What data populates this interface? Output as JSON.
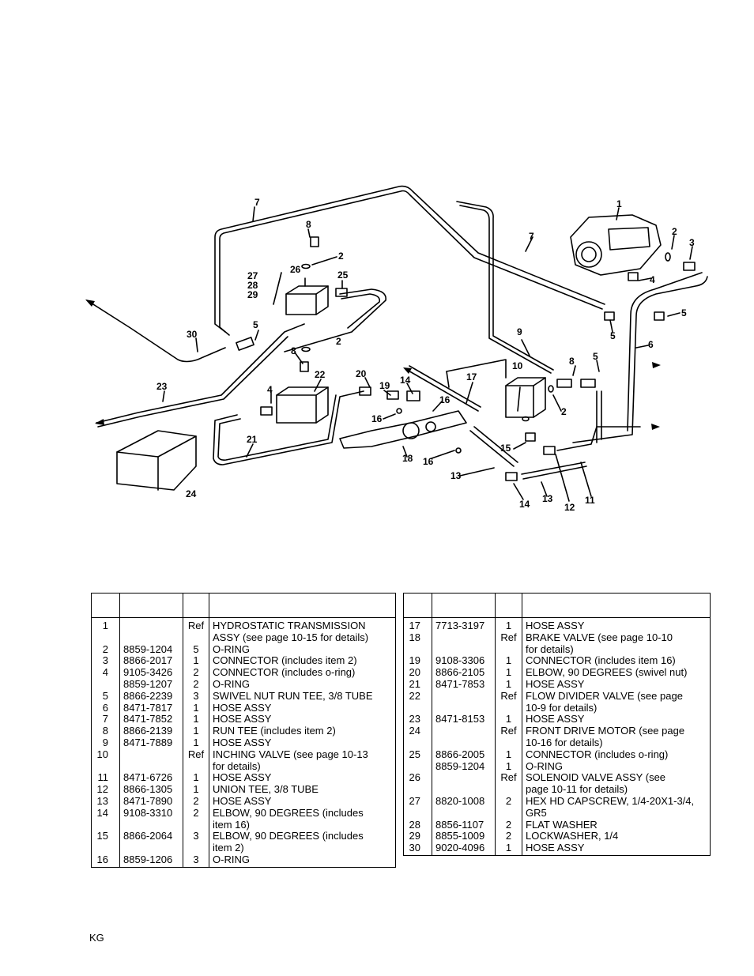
{
  "diagram": {
    "callouts": [
      "1",
      "2",
      "3",
      "4",
      "5",
      "6",
      "7",
      "8",
      "9",
      "10",
      "11",
      "12",
      "13",
      "14",
      "15",
      "16",
      "17",
      "18",
      "19",
      "20",
      "21",
      "22",
      "23",
      "24",
      "25",
      "26",
      "27",
      "28",
      "29",
      "30"
    ]
  },
  "table_left": {
    "rows": [
      {
        "item": "1",
        "part": "",
        "qty": "Ref",
        "desc": [
          "HYDROSTATIC TRANSMISSION",
          "ASSY (see page 10-15 for details)"
        ]
      },
      {
        "item": "2",
        "part": "8859-1204",
        "qty": "5",
        "desc": [
          "O-RING"
        ]
      },
      {
        "item": "3",
        "part": "8866-2017",
        "qty": "1",
        "desc": [
          "CONNECTOR (includes item 2)"
        ]
      },
      {
        "item": "4",
        "part": "9105-3426",
        "qty": "2",
        "desc": [
          "CONNECTOR (includes o-ring)"
        ]
      },
      {
        "item": "",
        "part": "8859-1207",
        "qty": "2",
        "desc": [
          "O-RING"
        ]
      },
      {
        "item": "5",
        "part": "8866-2239",
        "qty": "3",
        "desc": [
          "SWIVEL NUT RUN TEE, 3/8 TUBE"
        ]
      },
      {
        "item": "6",
        "part": "8471-7817",
        "qty": "1",
        "desc": [
          "HOSE ASSY"
        ]
      },
      {
        "item": "7",
        "part": "8471-7852",
        "qty": "1",
        "desc": [
          "HOSE ASSY"
        ]
      },
      {
        "item": "8",
        "part": "8866-2139",
        "qty": "1",
        "desc": [
          "RUN TEE (includes item 2)"
        ]
      },
      {
        "item": "9",
        "part": "8471-7889",
        "qty": "1",
        "desc": [
          "HOSE ASSY"
        ]
      },
      {
        "item": "10",
        "part": "",
        "qty": "Ref",
        "desc": [
          "INCHING VALVE (see page 10-13",
          "for details)"
        ]
      },
      {
        "item": "11",
        "part": "8471-6726",
        "qty": "1",
        "desc": [
          "HOSE ASSY"
        ]
      },
      {
        "item": "12",
        "part": "8866-1305",
        "qty": "1",
        "desc": [
          "UNION TEE, 3/8 TUBE"
        ]
      },
      {
        "item": "13",
        "part": "8471-7890",
        "qty": "2",
        "desc": [
          "HOSE ASSY"
        ]
      },
      {
        "item": "14",
        "part": "9108-3310",
        "qty": "2",
        "desc": [
          "ELBOW, 90 DEGREES (includes",
          "item 16)"
        ]
      },
      {
        "item": "15",
        "part": "8866-2064",
        "qty": "3",
        "desc": [
          "ELBOW, 90 DEGREES (includes",
          "item 2)"
        ]
      },
      {
        "item": "16",
        "part": "8859-1206",
        "qty": "3",
        "desc": [
          "O-RING"
        ]
      }
    ]
  },
  "table_right": {
    "rows": [
      {
        "item": "17",
        "part": "7713-3197",
        "qty": "1",
        "desc": [
          "HOSE ASSY"
        ]
      },
      {
        "item": "18",
        "part": "",
        "qty": "Ref",
        "desc": [
          "BRAKE VALVE (see  page 10-10",
          "for details)"
        ]
      },
      {
        "item": "19",
        "part": "9108-3306",
        "qty": "1",
        "desc": [
          "CONNECTOR (includes item 16)"
        ]
      },
      {
        "item": "20",
        "part": "8866-2105",
        "qty": "1",
        "desc": [
          "ELBOW, 90 DEGREES (swivel nut)"
        ]
      },
      {
        "item": "21",
        "part": "8471-7853",
        "qty": "1",
        "desc": [
          "HOSE ASSY"
        ]
      },
      {
        "item": "22",
        "part": "",
        "qty": "Ref",
        "desc": [
          "FLOW DIVIDER VALVE (see page",
          "10-9 for details)"
        ]
      },
      {
        "item": "23",
        "part": "8471-8153",
        "qty": "1",
        "desc": [
          "HOSE ASSY"
        ]
      },
      {
        "item": "24",
        "part": "",
        "qty": "Ref",
        "desc": [
          "FRONT DRIVE MOTOR (see page",
          "10-16 for details)"
        ]
      },
      {
        "item": "25",
        "part": "8866-2005",
        "qty": "1",
        "desc": [
          "CONNECTOR (includes o-ring)"
        ]
      },
      {
        "item": "",
        "part": "8859-1204",
        "qty": "1",
        "desc": [
          "O-RING"
        ]
      },
      {
        "item": "26",
        "part": "",
        "qty": "Ref",
        "desc": [
          "SOLENOID VALVE ASSY (see",
          "page 10-11 for details)"
        ]
      },
      {
        "item": "27",
        "part": "8820-1008",
        "qty": "2",
        "desc": [
          "HEX HD CAPSCREW, 1/4-20X1-3/4,",
          "GR5"
        ]
      },
      {
        "item": "28",
        "part": "8856-1107",
        "qty": "2",
        "desc": [
          "FLAT WASHER"
        ]
      },
      {
        "item": "29",
        "part": "8855-1009",
        "qty": "2",
        "desc": [
          "LOCKWASHER, 1/4"
        ]
      },
      {
        "item": "30",
        "part": "9020-4096",
        "qty": "1",
        "desc": [
          "HOSE ASSY"
        ]
      }
    ]
  },
  "footer": {
    "text": "KG"
  }
}
